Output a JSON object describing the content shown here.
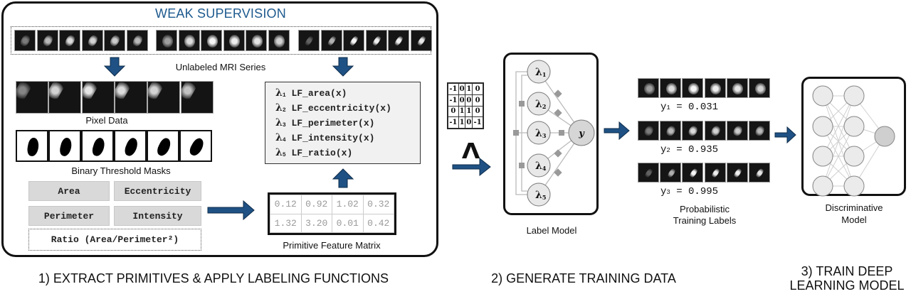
{
  "panel1": {
    "title": "WEAK SUPERVISION",
    "series_caption": "Unlabeled MRI Series",
    "pixel_caption": "Pixel Data",
    "mask_caption": "Binary Threshold Masks",
    "features": [
      "Area",
      "Eccentricity",
      "Perimeter",
      "Intensity"
    ],
    "ratio_feature": "Ratio (Area/Perimeter²)",
    "labeling_functions": [
      {
        "symbol": "λ",
        "index": "1",
        "name": "LF_area(x)"
      },
      {
        "symbol": "λ",
        "index": "2",
        "name": "LF_eccentricity(x)"
      },
      {
        "symbol": "λ",
        "index": "3",
        "name": "LF_perimeter(x)"
      },
      {
        "symbol": "λ",
        "index": "4",
        "name": "LF_intensity(x)"
      },
      {
        "symbol": "λ",
        "index": "5",
        "name": "LF_ratio(x)"
      }
    ],
    "feature_matrix": [
      [
        "0.12",
        "0.92",
        "1.02",
        "0.32"
      ],
      [
        "1.32",
        "3.20",
        "0.01",
        "0.42"
      ]
    ],
    "feature_matrix_caption": "Primitive Feature Matrix"
  },
  "label_matrix": {
    "symbol": "Λ",
    "rows": [
      [
        "-1",
        "0",
        "1",
        "0"
      ],
      [
        "-1",
        "0",
        "0",
        "0"
      ],
      [
        "0",
        "1",
        "1",
        "0"
      ],
      [
        "-1",
        "1",
        "0",
        "-1"
      ]
    ]
  },
  "label_model": {
    "caption": "Label Model",
    "nodes": [
      {
        "symbol": "λ",
        "index": "1"
      },
      {
        "symbol": "λ",
        "index": "2"
      },
      {
        "symbol": "λ",
        "index": "3"
      },
      {
        "symbol": "λ",
        "index": "4"
      },
      {
        "symbol": "λ",
        "index": "5"
      }
    ],
    "output_node": "y"
  },
  "training_labels": {
    "caption_line1": "Probabilistic",
    "caption_line2": "Training Labels",
    "items": [
      {
        "var": "y",
        "index": "1",
        "value": "0.031"
      },
      {
        "var": "y",
        "index": "2",
        "value": "0.935"
      },
      {
        "var": "y",
        "index": "3",
        "value": "0.995"
      }
    ]
  },
  "discriminative_model": {
    "caption_line1": "Discriminative",
    "caption_line2": "Model"
  },
  "steps": {
    "step1": "1) EXTRACT PRIMITIVES & APPLY LABELING FUNCTIONS",
    "step2": "2) GENERATE TRAINING DATA",
    "step3_line1": "3) TRAIN DEEP",
    "step3_line2": "LEARNING MODEL"
  },
  "colors": {
    "accent_blue": "#1d5a8e",
    "arrow_fill": "#1f5184",
    "node_fill": "#e8e8e8",
    "factor_fill": "#999999"
  }
}
